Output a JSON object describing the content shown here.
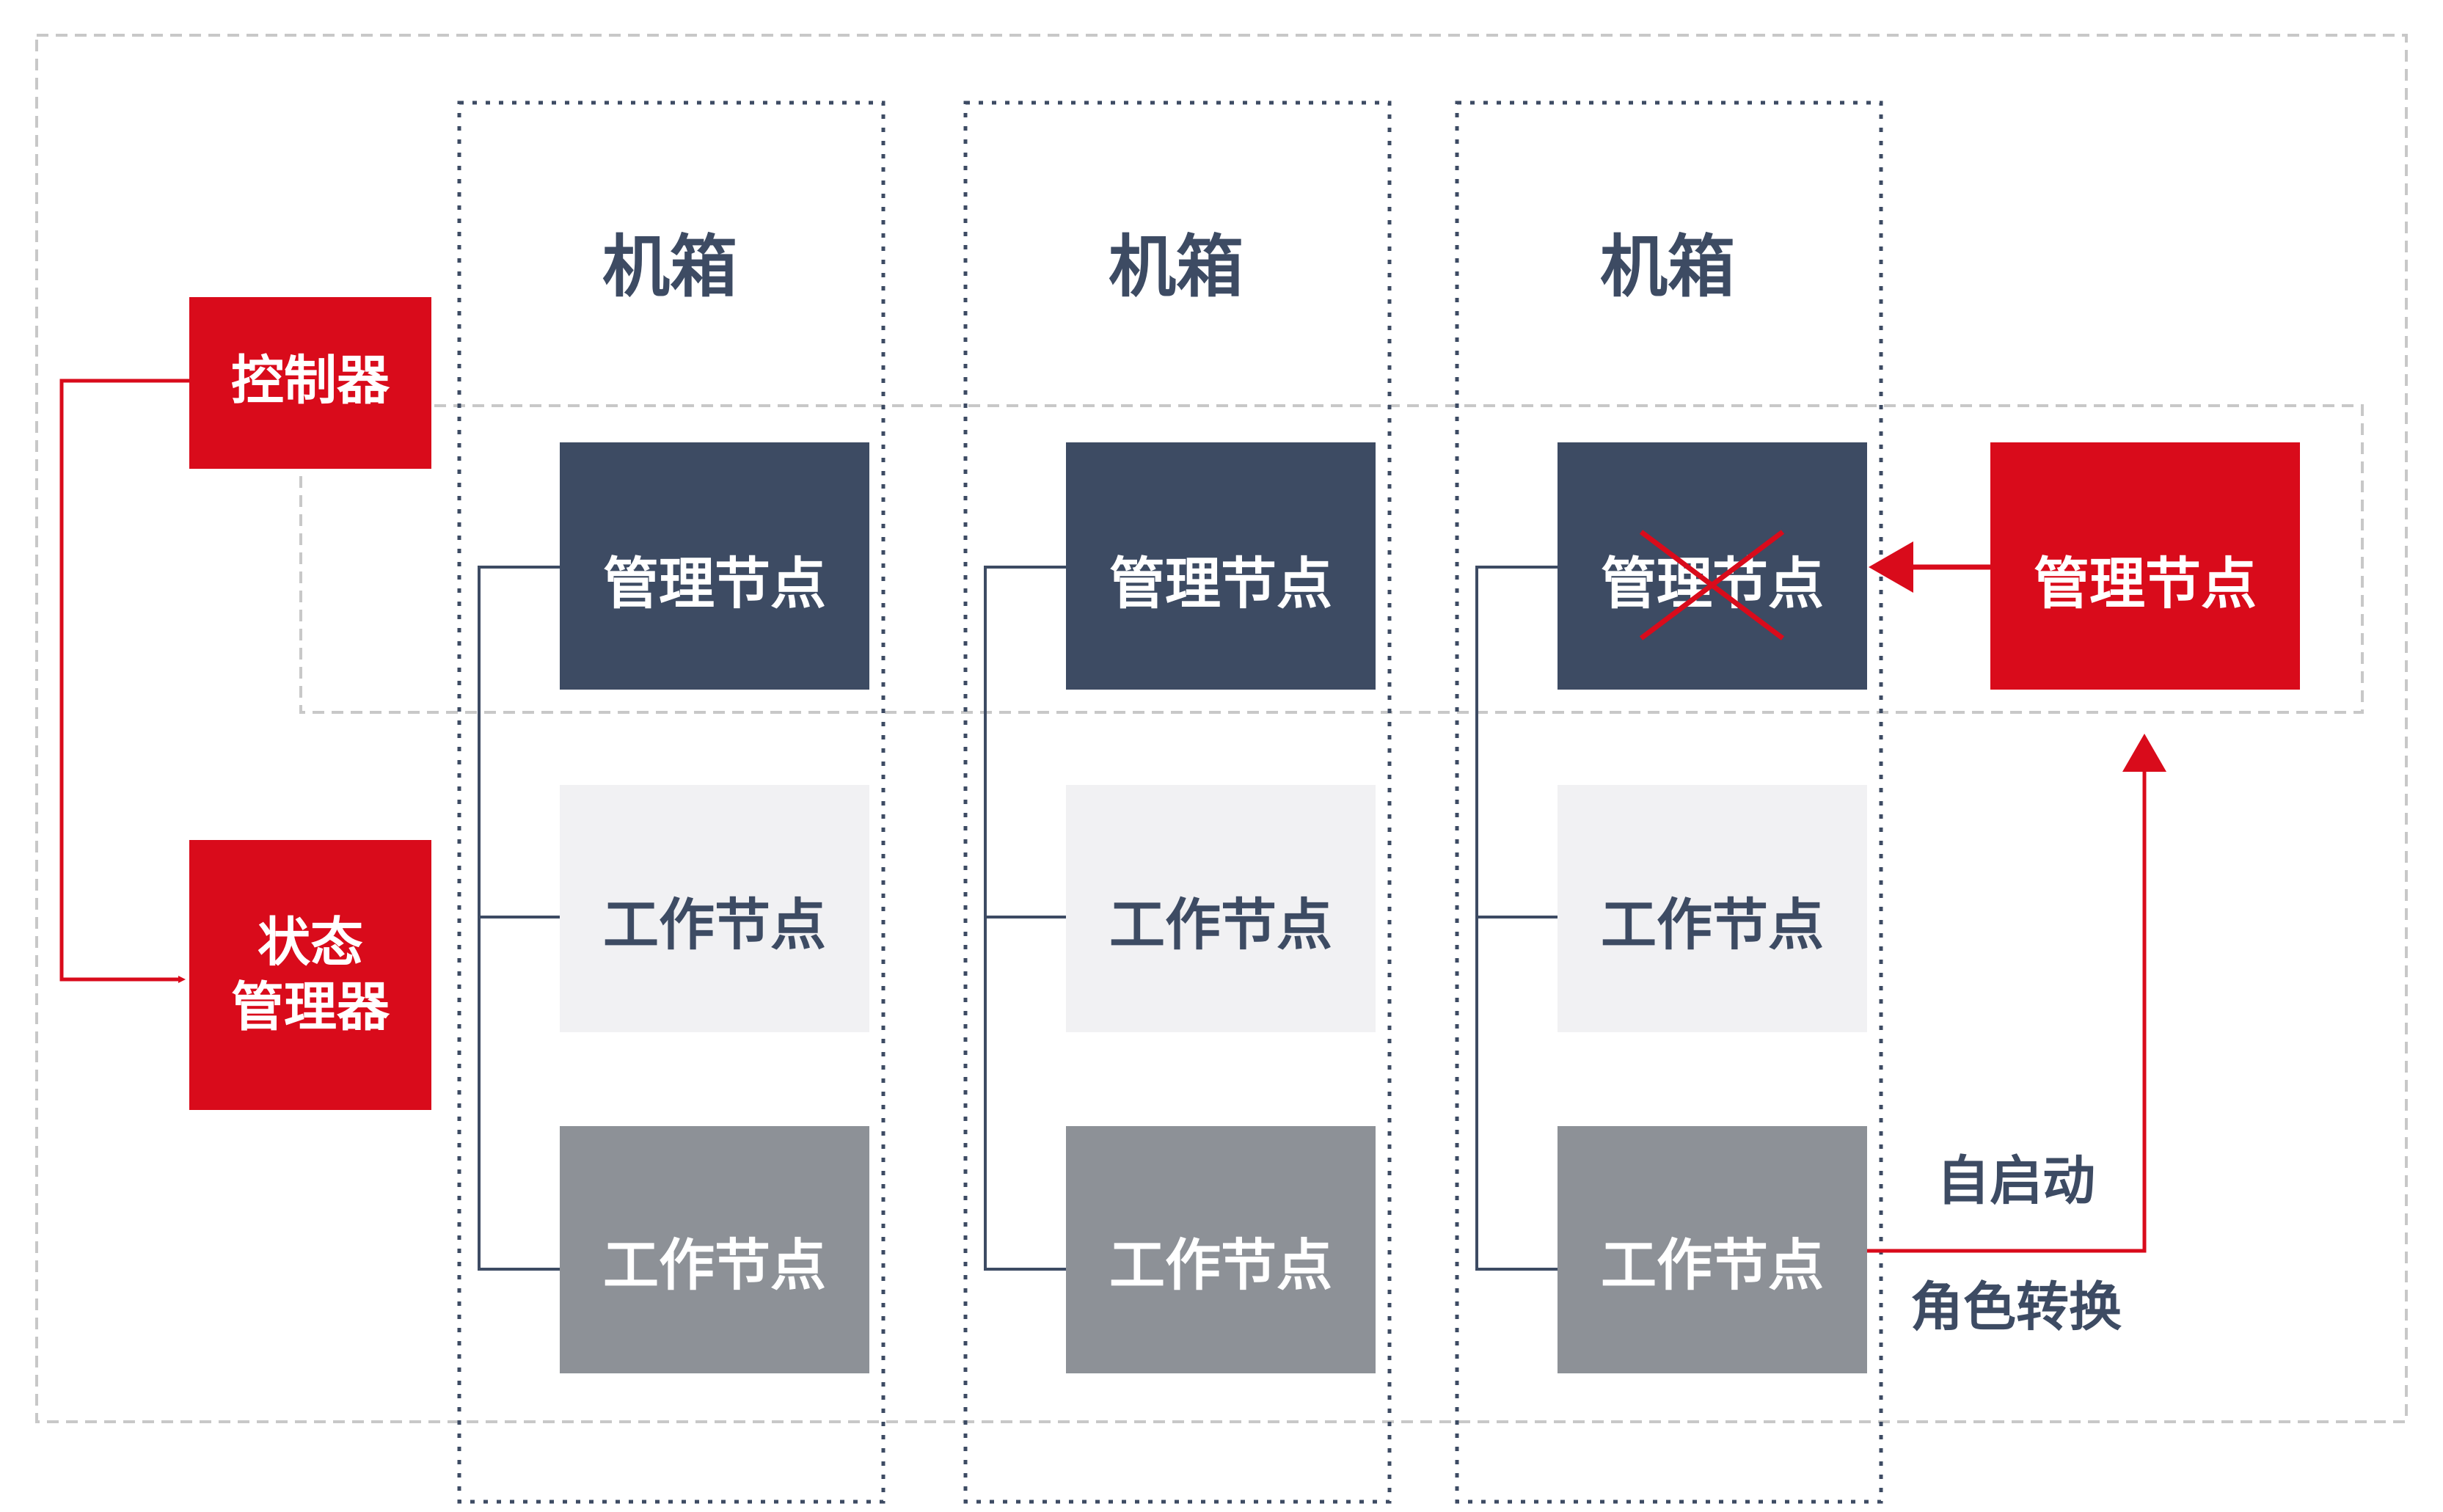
{
  "colors": {
    "red": "#d90b1b",
    "navy": "#3d4b63",
    "light_gray": "#f1f1f3",
    "mid_gray": "#8d9197",
    "outer_border": "#c8c8c8",
    "chassis_border": "#3d4b63",
    "connector": "#3d4b63",
    "white_text": "#ffffff",
    "dark_text": "#3d4b63"
  },
  "controller": {
    "label": "控制器"
  },
  "state_manager": {
    "line1": "状态",
    "line2": "管理器"
  },
  "chassis": [
    {
      "title": "机箱",
      "manager_label": "管理节点",
      "worker1_label": "工作节点",
      "worker2_label": "工作节点"
    },
    {
      "title": "机箱",
      "manager_label": "管理节点",
      "worker1_label": "工作节点",
      "worker2_label": "工作节点"
    },
    {
      "title": "机箱",
      "manager_label": "管理节点",
      "worker1_label": "工作节点",
      "worker2_label": "工作节点"
    }
  ],
  "new_manager": {
    "label": "管理节点"
  },
  "transition": {
    "line1": "自启动",
    "line2": "角色转换"
  }
}
